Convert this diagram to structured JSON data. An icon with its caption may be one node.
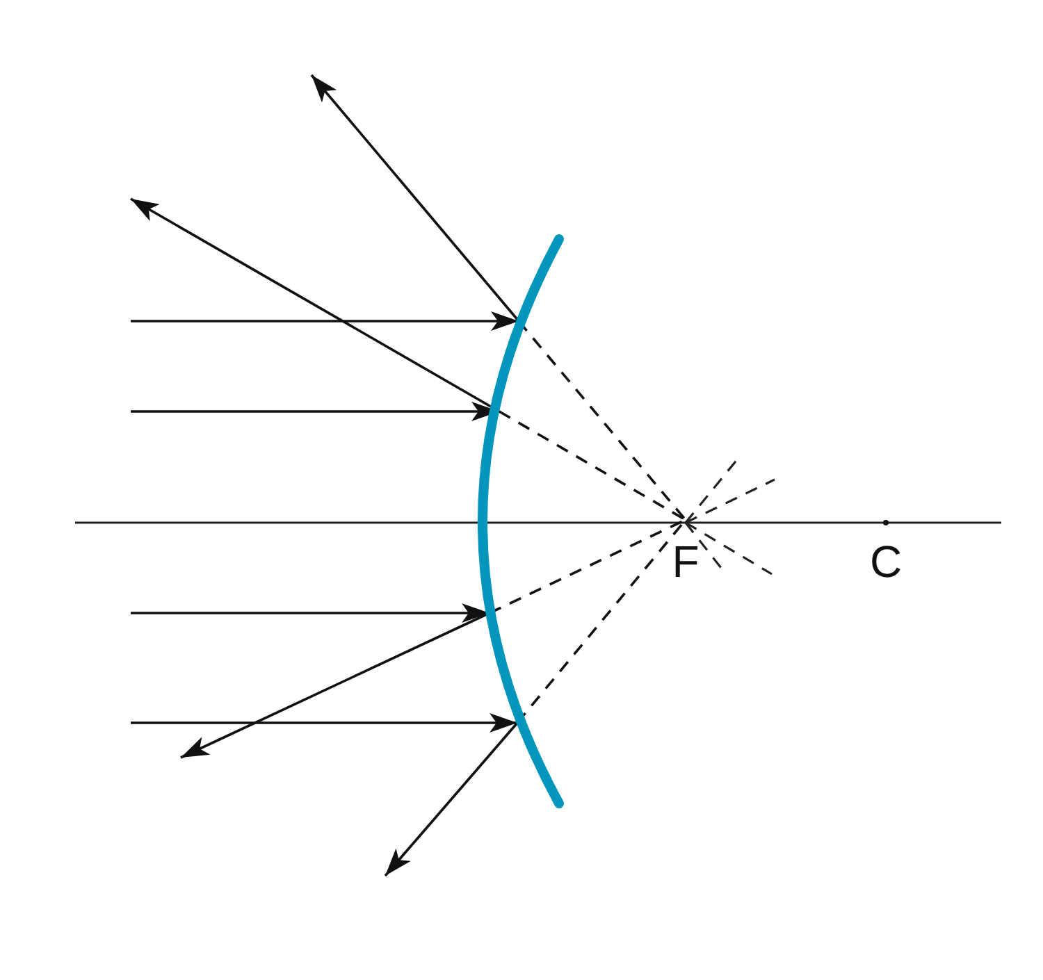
{
  "diagram": {
    "nodes": [
      {
        "text": [],
        "shape": "arc"
      },
      {
        "text": [
          "F"
        ]
      },
      {
        "text": [
          "C"
        ]
      }
    ],
    "edges": [
      {
        "from": null,
        "to": 0,
        "arrow": "to"
      },
      {
        "from": null,
        "to": 0,
        "arrow": "to"
      },
      {
        "from": null,
        "to": 0,
        "arrow": "to"
      },
      {
        "from": null,
        "to": 0,
        "arrow": "to"
      },
      {
        "from": 0,
        "to": null,
        "arrow": "to"
      },
      {
        "from": 0,
        "to": null,
        "arrow": "to"
      },
      {
        "from": 0,
        "to": null,
        "arrow": "to"
      },
      {
        "from": 0,
        "to": null,
        "arrow": "to"
      },
      {
        "from": 0,
        "to": 1,
        "arrow": "none",
        "style": "dashed"
      },
      {
        "from": 0,
        "to": 1,
        "arrow": "none",
        "style": "dashed"
      },
      {
        "from": 0,
        "to": 1,
        "arrow": "none",
        "style": "dashed"
      },
      {
        "from": 0,
        "to": 1,
        "arrow": "none",
        "style": "dashed"
      }
    ]
  }
}
